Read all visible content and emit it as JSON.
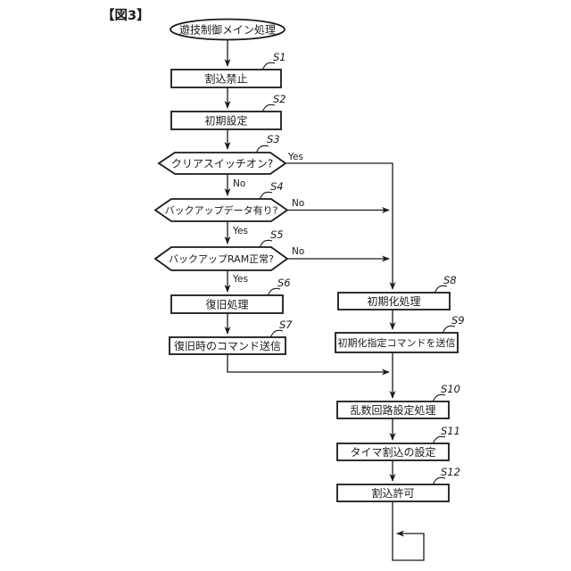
{
  "figure_title": "【図3】",
  "colors": {
    "line": "#1a1a1a",
    "background": "#ffffff"
  },
  "flowchart": {
    "start": {
      "label": "遊技制御メイン処理"
    },
    "steps": [
      {
        "id": "S1",
        "label": "割込禁止",
        "type": "process"
      },
      {
        "id": "S2",
        "label": "初期設定",
        "type": "process"
      },
      {
        "id": "S3",
        "label": "クリアスイッチオン?",
        "type": "decision",
        "yes": "Yes",
        "no": "No"
      },
      {
        "id": "S4",
        "label": "バックアップデータ有り?",
        "type": "decision",
        "yes": "Yes",
        "no": "No"
      },
      {
        "id": "S5",
        "label": "バックアップRAM正常?",
        "type": "decision",
        "yes": "Yes",
        "no": "No"
      },
      {
        "id": "S6",
        "label": "復旧処理",
        "type": "process"
      },
      {
        "id": "S7",
        "label": "復旧時のコマンド送信",
        "type": "process"
      },
      {
        "id": "S8",
        "label": "初期化処理",
        "type": "process"
      },
      {
        "id": "S9",
        "label": "初期化指定コマンドを送信",
        "type": "process"
      },
      {
        "id": "S10",
        "label": "乱数回路設定処理",
        "type": "process"
      },
      {
        "id": "S11",
        "label": "タイマ割込の設定",
        "type": "process"
      },
      {
        "id": "S12",
        "label": "割込許可",
        "type": "process"
      }
    ]
  }
}
